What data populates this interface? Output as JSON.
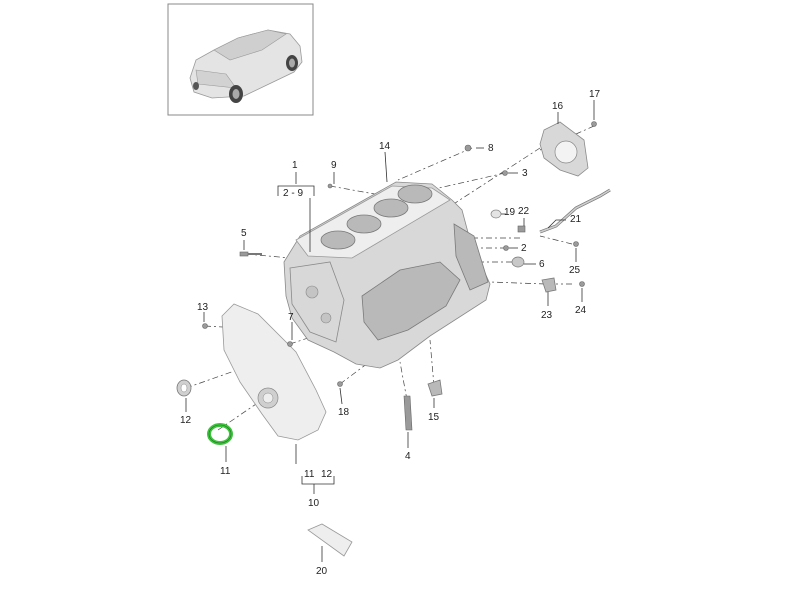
{
  "thumbnail": {
    "icon": "car-suv-icon"
  },
  "callouts": {
    "c1": "1",
    "c2_9": "2 - 9",
    "c2": "2",
    "c3": "3",
    "c4": "4",
    "c5": "5",
    "c6": "6",
    "c7": "7",
    "c8": "8",
    "c9": "9",
    "c10": "10",
    "c11": "11",
    "c11b": "11",
    "c12": "12",
    "c12b": "12",
    "c13": "13",
    "c14": "14",
    "c15": "15",
    "c16": "16",
    "c17": "17",
    "c18": "18",
    "c19": "19",
    "c20": "20",
    "c21": "21",
    "c22": "22",
    "c23": "23",
    "c24": "24",
    "c25": "25"
  },
  "colors": {
    "highlight": "#3ec23e",
    "line": "#333333",
    "part": "#d8d8d8"
  }
}
